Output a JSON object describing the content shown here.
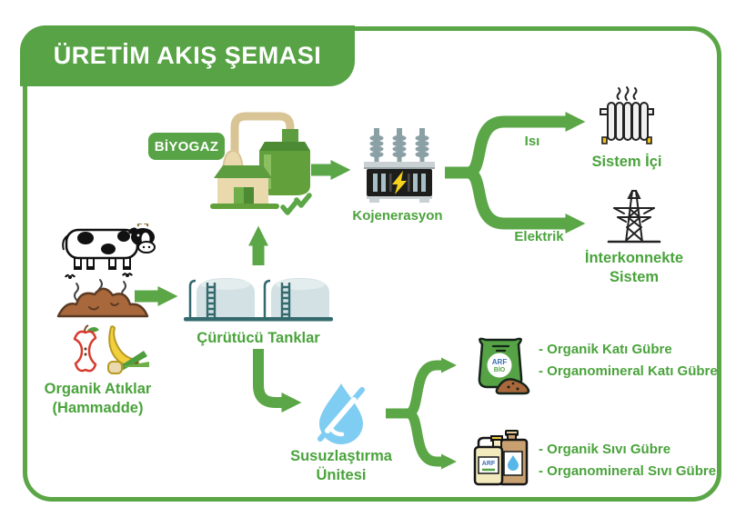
{
  "title": "ÜRETİM AKIŞ ŞEMASI",
  "colors": {
    "accent_green": "#57a345",
    "arrow_green": "#5ba646",
    "label_green": "#4aa33c",
    "tank_blue": "#d3e1e4",
    "drop_blue": "#7fcdf2",
    "transformer_black": "#1d1d1b",
    "bolt_yellow": "#f5d21c",
    "soil_brown": "#a8683c"
  },
  "nodes": {
    "biogas_badge": "BİYOGAZ",
    "kojenerasyon": "Kojenerasyon",
    "sistem_ici": "Sistem İçi",
    "interkonnekte_line1": "İnterkonnekte",
    "interkonnekte_line2": "Sistem",
    "organik_line1": "Organik Atıklar",
    "organik_line2": "(Hammadde)",
    "curutucu": "Çürütücü Tanklar",
    "susuz_line1": "Susuzlaştırma",
    "susuz_line2": "Ünitesi"
  },
  "branches": {
    "isi": "Isı",
    "elektrik": "Elektrik"
  },
  "outputs": {
    "solid": [
      "- Organik Katı Gübre",
      "- Organomineral Katı Gübre"
    ],
    "liquid": [
      "- Organik Sıvı Gübre",
      "- Organomineral Sıvı Gübre"
    ]
  },
  "logo": {
    "top": "ARF",
    "bottom": "BİO"
  },
  "icons": {
    "cow": "cow-icon",
    "manure": "manure-pile-icon",
    "food_waste": "food-waste-icon",
    "tanks": "digester-tanks-icon",
    "plant": "biogas-plant-icon",
    "transformer": "cogeneration-transformer-icon",
    "radiator": "radiator-icon",
    "tower": "power-tower-icon",
    "drop": "no-water-drop-icon",
    "bag": "fertilizer-bag-icon",
    "cans": "liquid-fertilizer-cans-icon"
  }
}
